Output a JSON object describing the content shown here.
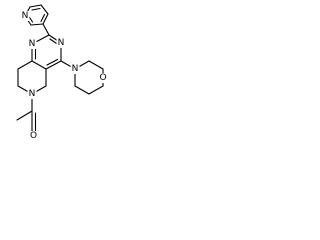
{
  "diagram": {
    "type": "chemical-structure",
    "atom_labels": {
      "pyridine_n": "N",
      "pyrimidine_n1": "N",
      "pyrimidine_n3": "N",
      "morpholine_n": "N",
      "morpholine_o": "O",
      "piperidine_n": "N",
      "carbonyl_o": "O"
    },
    "colors": {
      "ink": "#000000",
      "background": "#ffffff"
    }
  }
}
